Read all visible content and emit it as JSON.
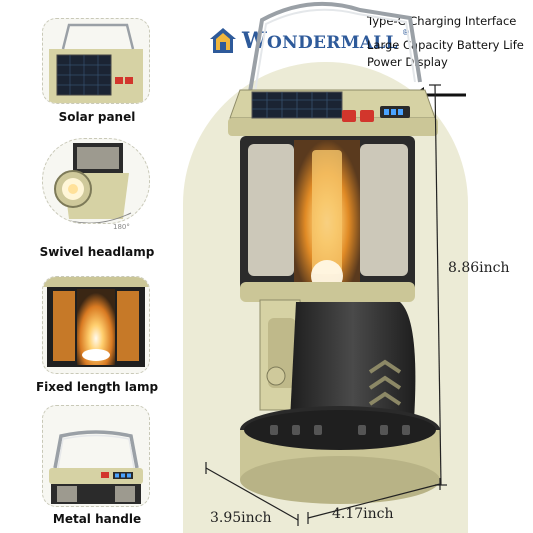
{
  "brand": {
    "name_initial": "W",
    "name_rest": "ONDERMALL",
    "trademark": "®"
  },
  "features": {
    "charging": "Type-C Charging Interface",
    "battery": "Large Capacity Battery Life",
    "display": "Power Display"
  },
  "dimensions": {
    "height": "8.86inch",
    "depth": "3.95inch",
    "width": "4.17inch"
  },
  "thumbnails": [
    {
      "caption": "Solar panel"
    },
    {
      "caption": "Swivel headlamp",
      "angle": "180°"
    },
    {
      "caption": "Fixed length lamp"
    },
    {
      "caption": "Metal handle"
    }
  ],
  "colors": {
    "body": "#d6d2a4",
    "dark": "#2f2f2f",
    "glow": "#f2a630",
    "background_arch": "#ecebd6",
    "brand": "#2e5a9a"
  }
}
